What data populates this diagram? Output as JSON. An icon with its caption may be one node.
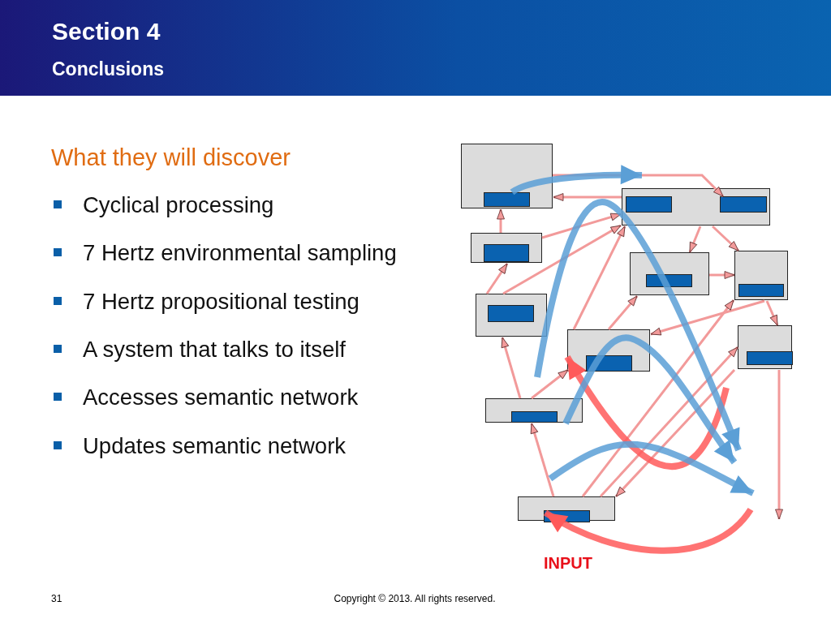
{
  "diagram": {
    "title": "Section 4",
    "nodes": [
      {
        "text": [],
        "shape": "box"
      },
      {
        "text": [],
        "shape": "box"
      },
      {
        "text": [],
        "shape": "box"
      },
      {
        "text": [],
        "shape": "box"
      },
      {
        "text": [],
        "shape": "box"
      },
      {
        "text": [],
        "shape": "box"
      },
      {
        "text": [],
        "shape": "box"
      },
      {
        "text": [],
        "shape": "box"
      },
      {
        "text": [],
        "shape": "box"
      },
      {
        "text": [],
        "shape": "box"
      },
      {
        "text": [],
        "shape": "bar",
        "in": 0
      },
      {
        "text": [],
        "shape": "bar",
        "in": 1
      },
      {
        "text": [],
        "shape": "bar",
        "in": 1
      },
      {
        "text": [],
        "shape": "bar",
        "in": 2
      },
      {
        "text": [],
        "shape": "bar",
        "in": 3
      },
      {
        "text": [],
        "shape": "bar",
        "in": 4
      },
      {
        "text": [],
        "shape": "bar",
        "in": 5
      },
      {
        "text": [],
        "shape": "bar",
        "in": 6
      },
      {
        "text": [],
        "shape": "bar",
        "in": 7
      },
      {
        "text": [],
        "shape": "bar",
        "in": 8
      },
      {
        "text": [],
        "shape": "bar",
        "in": 9
      }
    ],
    "edges": [
      {
        "from": 0,
        "to": 12,
        "arrow": "to"
      },
      {
        "from": 1,
        "to": 0,
        "arrow": "to"
      },
      {
        "from": 2,
        "to": 0,
        "arrow": "to"
      },
      {
        "from": 2,
        "to": 1,
        "arrow": "to"
      },
      {
        "from": 5,
        "to": 1,
        "arrow": "to"
      },
      {
        "from": 5,
        "to": 2,
        "arrow": "to"
      },
      {
        "from": 1,
        "to": 3,
        "arrow": "to"
      },
      {
        "from": 1,
        "to": 4,
        "arrow": "to"
      },
      {
        "from": 3,
        "to": 4,
        "arrow": "to"
      },
      {
        "from": 6,
        "to": 1,
        "arrow": "to"
      },
      {
        "from": 6,
        "to": 3,
        "arrow": "to"
      },
      {
        "from": 4,
        "to": 6,
        "arrow": "to"
      },
      {
        "from": 4,
        "to": 7,
        "arrow": "to"
      },
      {
        "from": 8,
        "to": 5,
        "arrow": "to"
      },
      {
        "from": 8,
        "to": 6,
        "arrow": "to"
      },
      {
        "from": 9,
        "to": 8,
        "arrow": "to"
      },
      {
        "from": 9,
        "to": 4,
        "arrow": "to"
      },
      {
        "from": 9,
        "to": 7,
        "arrow": "to"
      },
      {
        "from": 7,
        "to": 9,
        "arrow": "to"
      },
      {
        "from": 7,
        "to": null,
        "arrow": "to"
      },
      {
        "from": null,
        "to": 20,
        "arrow": "to",
        "style": "thick",
        "color": "#ff5a5a"
      },
      {
        "from": null,
        "to": 6,
        "arrow": "to",
        "style": "thick",
        "color": "#ff5a5a"
      },
      {
        "from": 10,
        "to": 11,
        "arrow": "to",
        "style": "thick",
        "color": "#5b9fd6"
      },
      {
        "from": 8,
        "to": null,
        "arrow": "to",
        "style": "thick",
        "color": "#5b9fd6"
      }
    ],
    "labels": [
      "Conclusions",
      "What they will discover",
      "Cyclical processing",
      "7 Hertz environmental sampling",
      "7 Hertz propositional testing",
      "A system that talks to itself",
      "Accesses semantic network",
      "Updates semantic network",
      "INPUT",
      "31",
      "Copyright © 2013. All rights reserved."
    ]
  }
}
